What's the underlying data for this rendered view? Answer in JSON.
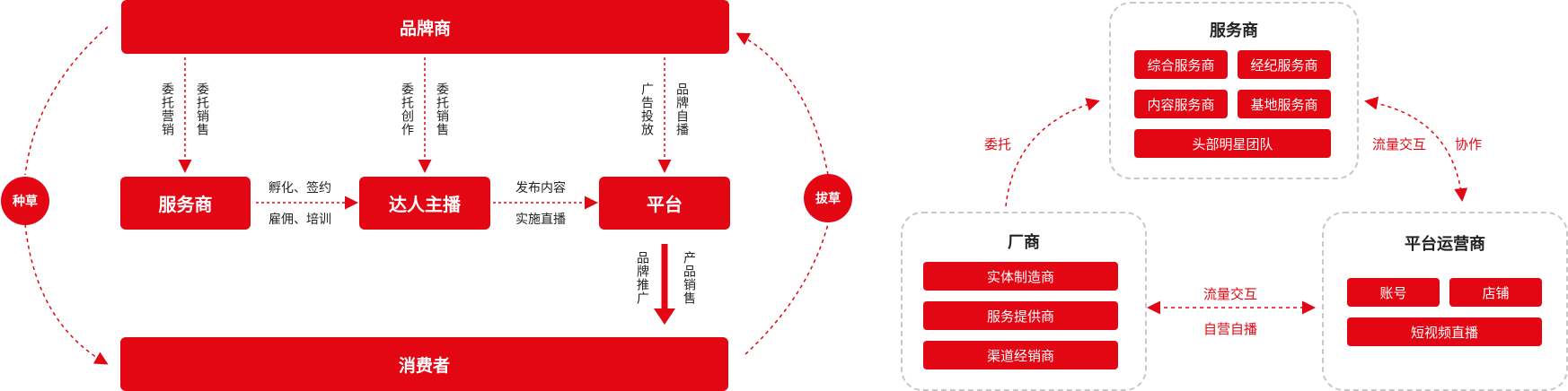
{
  "left": {
    "brand": "品牌商",
    "service": "服务商",
    "talent": "达人主播",
    "platform": "平台",
    "consumer": "消费者",
    "seed": "种草",
    "pull": "拔草",
    "brand_to_service": [
      "委托营销",
      "委托销售"
    ],
    "brand_to_talent": [
      "委托创作",
      "委托销售"
    ],
    "brand_to_platform": [
      "广告投放",
      "品牌自播"
    ],
    "service_to_talent_top": "孵化、签约",
    "service_to_talent_bottom": "雇佣、培训",
    "talent_to_platform_top": "发布内容",
    "talent_to_platform_bottom": "实施直播",
    "platform_to_consumer": [
      "品牌推广",
      "产品销售"
    ]
  },
  "right": {
    "service_panel": {
      "title": "服务商",
      "items": [
        "综合服务商",
        "经纪服务商",
        "内容服务商",
        "基地服务商",
        "头部明星团队"
      ]
    },
    "maker_panel": {
      "title": "厂商",
      "items": [
        "实体制造商",
        "服务提供商",
        "渠道经销商"
      ]
    },
    "platform_panel": {
      "title": "平台运营商",
      "items": [
        "账号",
        "店铺",
        "短视频直播"
      ]
    },
    "entrust": "委托",
    "flow_interact_1": "流量交互",
    "cooperate": "协作",
    "flow_interact_2": "流量交互",
    "self_operate": "自营自播"
  },
  "colors": {
    "accent": "#e30613",
    "panel_border": "#c8c8c8"
  }
}
